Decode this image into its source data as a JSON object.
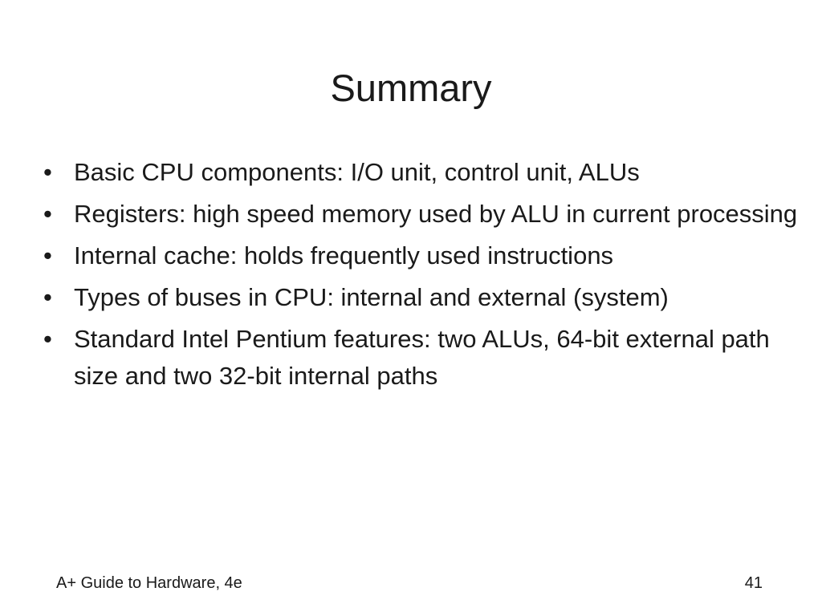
{
  "slide": {
    "title": "Summary",
    "bullet_glyph": "•",
    "bullets": [
      "Basic CPU components: I/O unit, control unit, ALUs",
      "Registers: high speed memory used by ALU in current processing",
      "Internal cache: holds frequently used instructions",
      "Types of buses in CPU: internal and external (system)",
      "Standard Intel Pentium features: two ALUs, 64-bit external path size and two 32-bit internal paths"
    ],
    "footer_left": "A+ Guide to Hardware, 4e",
    "page_number": "41"
  }
}
